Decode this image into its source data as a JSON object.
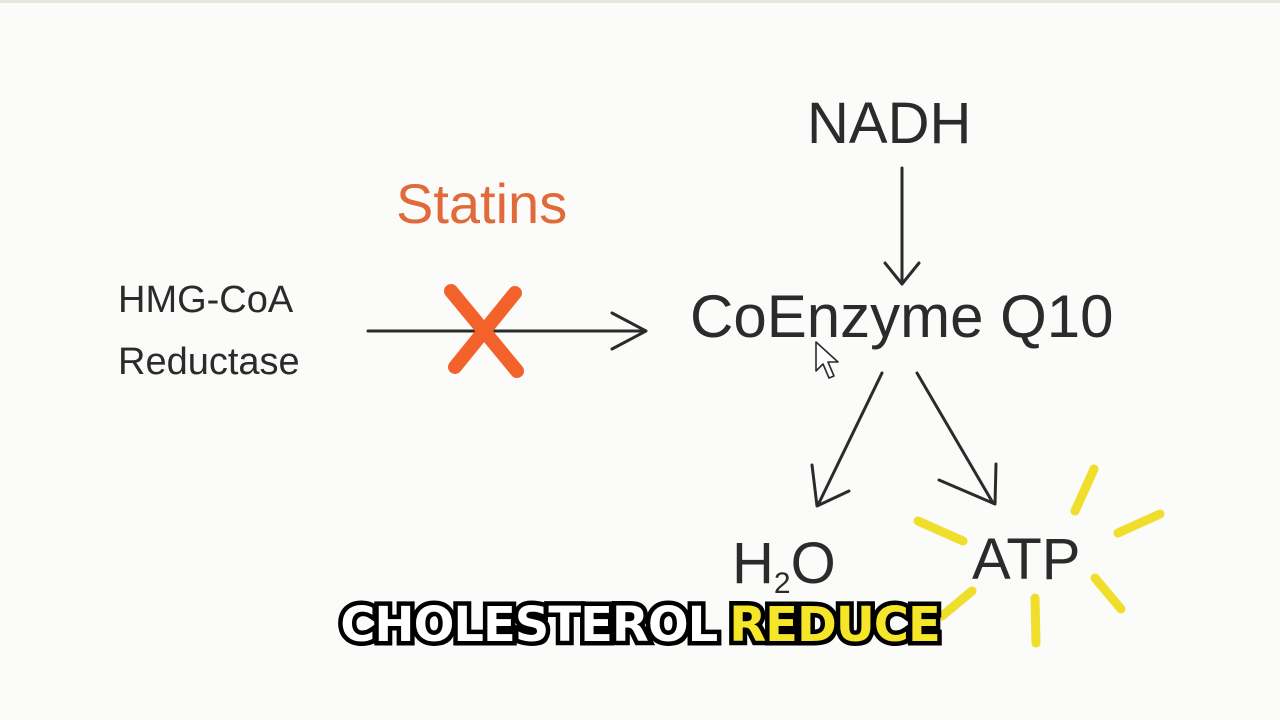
{
  "diagram": {
    "nadh": "NADH",
    "statins": "Statins",
    "hmg_coa": "HMG-CoA",
    "reductase": "Reductase",
    "coenzyme": "CoEnzyme Q10",
    "water_main": "H",
    "water_sub": "2",
    "water_tail": "O",
    "atp": "ATP"
  },
  "caption": {
    "word1": "CHOLESTEROL",
    "word2": "REDUCE"
  },
  "colors": {
    "statins": "#e06a3a",
    "block_x": "#f2622a",
    "atp_glow": "#f0de2c",
    "caption_highlight": "#f5e62a"
  }
}
